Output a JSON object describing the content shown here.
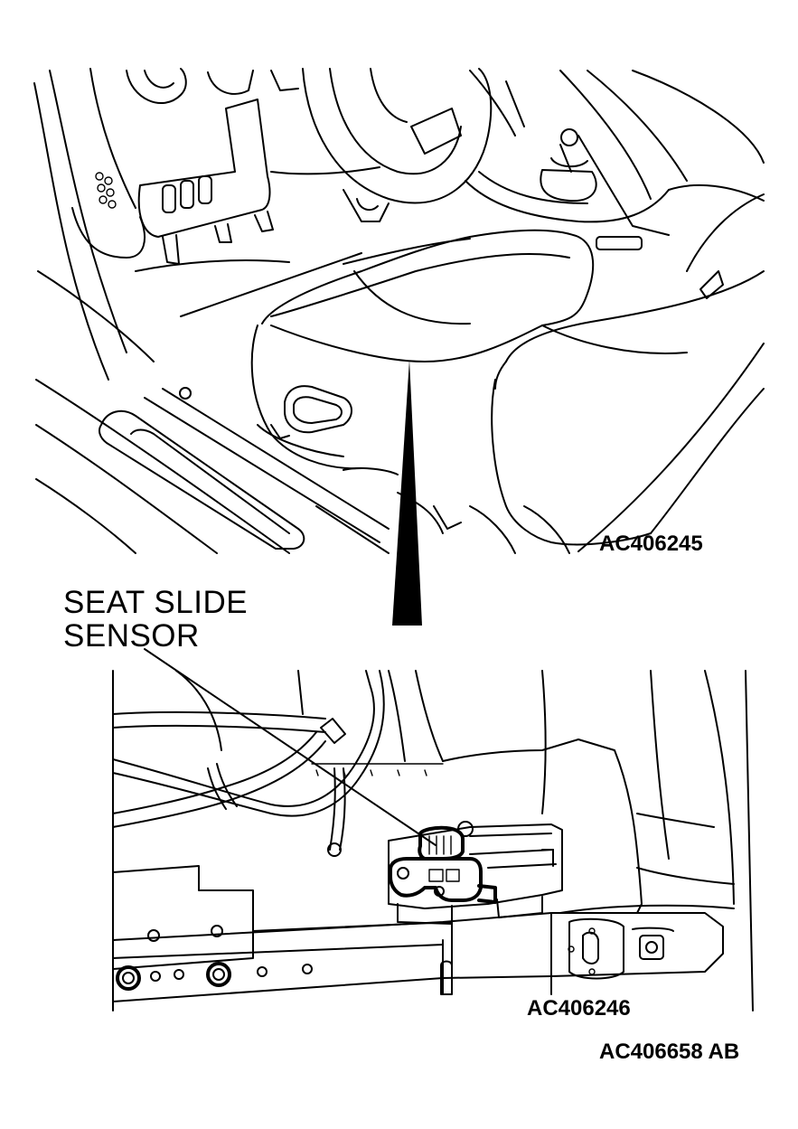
{
  "figure": {
    "callout_label_line1": "SEAT SLIDE",
    "callout_label_line2": "SENSOR",
    "top_view_id": "AC406245",
    "bottom_view_id": "AC406246",
    "document_id": "AC406658 AB"
  }
}
